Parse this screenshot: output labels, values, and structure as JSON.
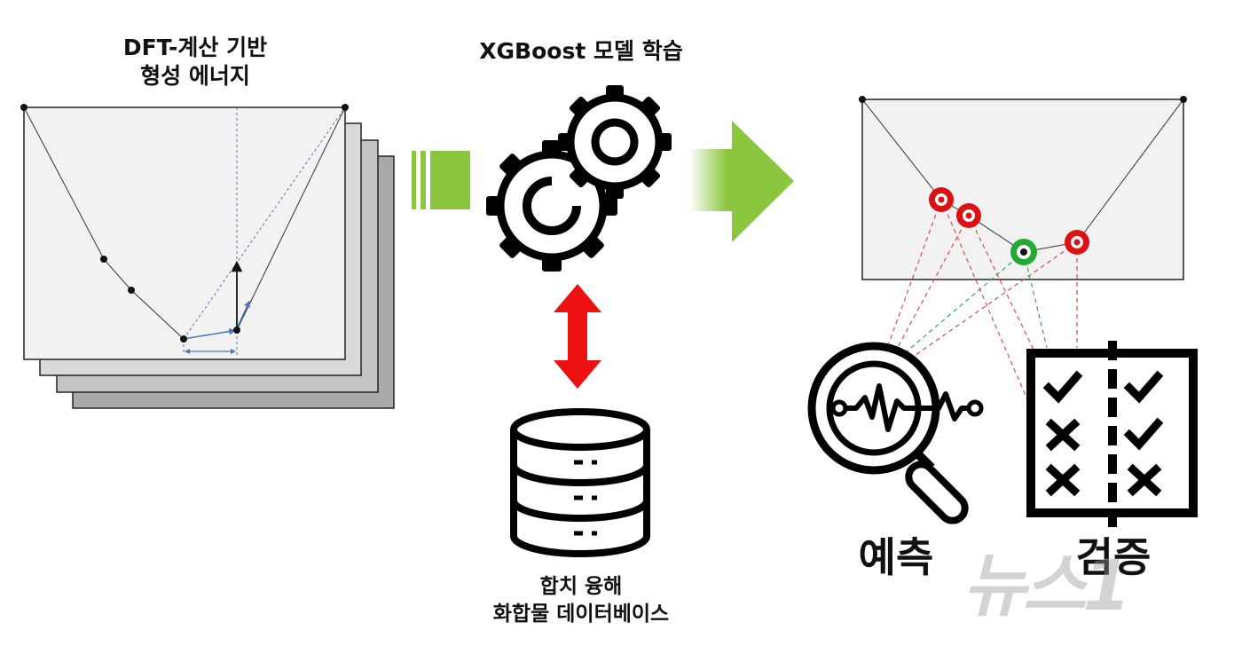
{
  "left_panel": {
    "title_line1": "DFT-계산 기반",
    "title_line2": "형성 에너지"
  },
  "model": {
    "title": "XGBoost 모델 학습"
  },
  "database": {
    "label_line1": "합치 융해",
    "label_line2": "화합물 데이터베이스"
  },
  "outputs": {
    "predict": "예측",
    "verify": "검증"
  },
  "watermark": "뉴스1",
  "colors": {
    "arrow_green": "#8cc63f",
    "arrow_red": "#ee1111",
    "marker_red": "#dd1111",
    "marker_green": "#22aa33",
    "panel_fill": "#f2f2f2",
    "line_blue": "#4a7ab8"
  },
  "icons": [
    "gears-icon",
    "database-icon",
    "magnifier-waveform-icon",
    "checklist-icon"
  ]
}
